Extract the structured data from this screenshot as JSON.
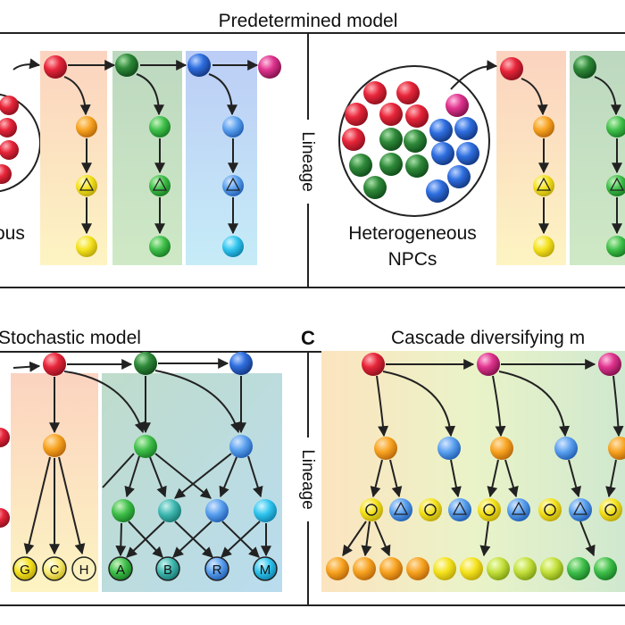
{
  "panels": {
    "top": {
      "title": "Predetermined model",
      "left_caption": "ous",
      "axis_label": "Lineage",
      "right_caption_line1": "Heterogeneous",
      "right_caption_line2": "NPCs"
    },
    "bottom_left": {
      "title": "Stochastic model",
      "letters": [
        "G",
        "C",
        "H",
        "A",
        "B",
        "R",
        "M"
      ]
    },
    "bottom_right": {
      "panel_letter": "C",
      "title": "Cascade diversifying m",
      "axis_label": "Lineage"
    }
  },
  "colors": {
    "red": "#e8253a",
    "darkgreen": "#2f8a3a",
    "blue": "#2f6fe0",
    "magenta": "#e0348f",
    "orange": "#f7a21f",
    "green": "#3fbf4a",
    "lightblue": "#5aa0ee",
    "yellow": "#f4e21c",
    "cyan": "#2fc4ee",
    "teal": "#3fb8b0"
  }
}
